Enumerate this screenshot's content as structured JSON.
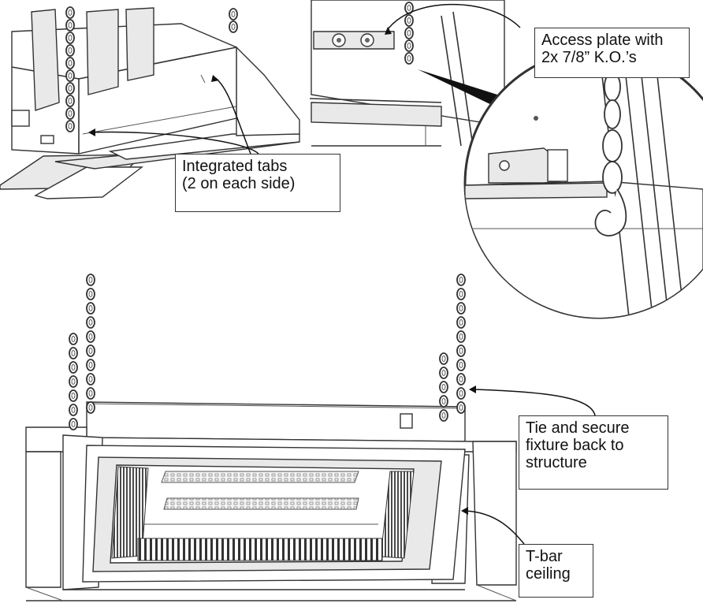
{
  "callouts": {
    "integrated_tabs": {
      "line1": "Integrated tabs",
      "line2": "(2 on each side)"
    },
    "access_plate": {
      "line1": "Access plate with",
      "line2": "2x 7/8” K.O.’s"
    },
    "tie_secure": {
      "line1": "Tie and secure",
      "line2": "fixture back to",
      "line3": "structure"
    },
    "t_bar": {
      "line1": "T-bar",
      "line2": "ceiling"
    }
  },
  "colors": {
    "line": "#333333",
    "panel_fill": "#e9e9e9",
    "louver_fill": "#4a4a4a",
    "background": "#ffffff"
  }
}
